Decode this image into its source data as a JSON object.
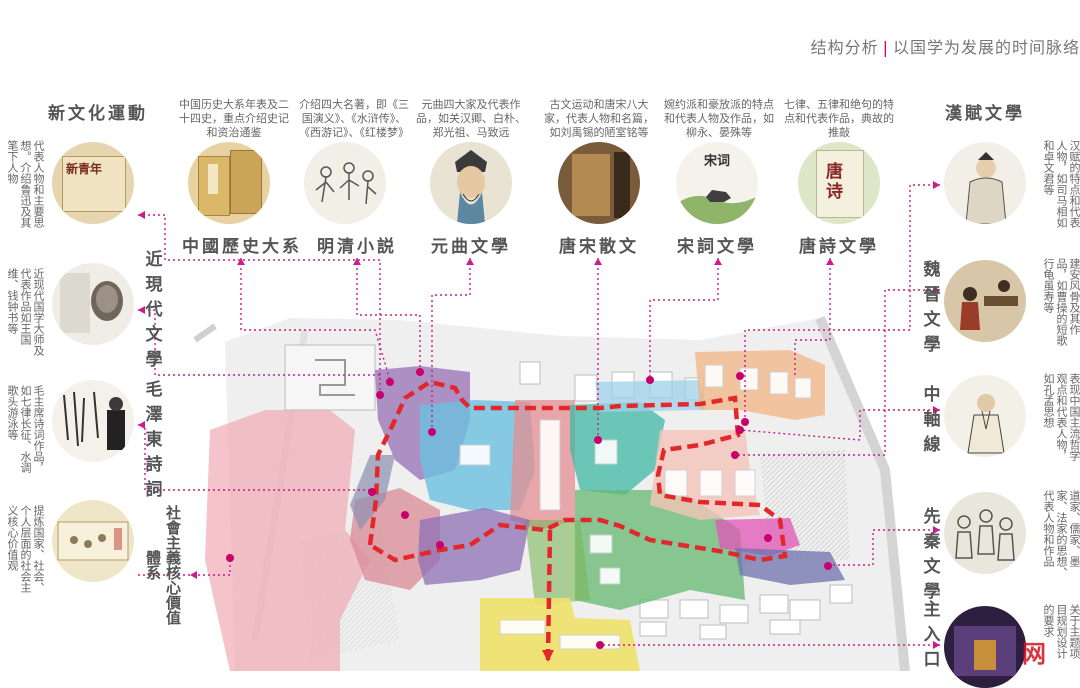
{
  "header": {
    "left": "结构分析",
    "sep": "|",
    "right": "以国学为发展的时间脉络"
  },
  "top_items": [
    {
      "label": "中國歷史大系",
      "desc": "中国历史大系年表及二十四史，重点介绍史记和资治通鉴",
      "icon": "book-icon"
    },
    {
      "label": "明清小説",
      "desc": "介绍四大名著，即《三国演义》、《水浒传》、《西游记》、《红楼梦》",
      "icon": "ink-figures-icon"
    },
    {
      "label": "元曲文學",
      "desc": "元曲四大家及代表作品，如关汉卿、白朴、郑光祖、马致远",
      "icon": "portrait-icon"
    },
    {
      "label": "唐宋散文",
      "desc": "古文运动和唐宋八大家，代表人物和名篇，如刘禹锡的陋室铭等",
      "icon": "book-cover-icon"
    },
    {
      "label": "宋詞文學",
      "desc": "婉约派和豪放派的特点和代表人物及作品，如柳永、晏殊等",
      "icon": "painting-icon",
      "image_text": "宋词"
    },
    {
      "label": "唐詩文學",
      "desc": "七律、五律和绝句的特点和代表作品，典故的推敲",
      "icon": "poetry-book-icon",
      "image_text": "唐诗"
    }
  ],
  "left_title": "新文化運動",
  "left_items": [
    {
      "desc": "代表人物和主要思想。介绍鲁迅及其笔下人物",
      "icon": "newspaper-icon",
      "image_text": "新青年"
    },
    {
      "desc": "近现代国学大师及代表作品如王国维、钱钟书等",
      "icon": "scholar-icon"
    },
    {
      "desc": "毛主席诗词作品，如七律长征、水调歌头游泳等",
      "icon": "calligraphy-icon"
    },
    {
      "desc": "提炼国家、社会、个人层面的社会主义核心价值观",
      "icon": "scroll-icon"
    }
  ],
  "left_vertical": [
    "近現代文學",
    "毛澤東詩詞",
    "社會主義核心價值體系"
  ],
  "right_title": "漢賦文學",
  "right_items": [
    {
      "desc": "汉赋的特点和代表人物，如司马相如和卓文君等",
      "icon": "portrait-icon"
    },
    {
      "desc": "建安风骨及其作品，如曹操的短歌行龟虽寿等",
      "icon": "painting-icon"
    },
    {
      "desc": "表现中国主流哲学观点和代表人物，如孔孟思想",
      "icon": "sage-icon"
    },
    {
      "desc": "道家、儒家、墨家、法家的思想、代表人物和作品",
      "icon": "figures-icon"
    },
    {
      "desc": "关于主题项目规划设计的要求",
      "icon": "stage-icon"
    }
  ],
  "right_vertical": [
    "魏晉文學",
    "中軸線",
    "先秦文學",
    "主入口"
  ],
  "watermark": "网"
}
